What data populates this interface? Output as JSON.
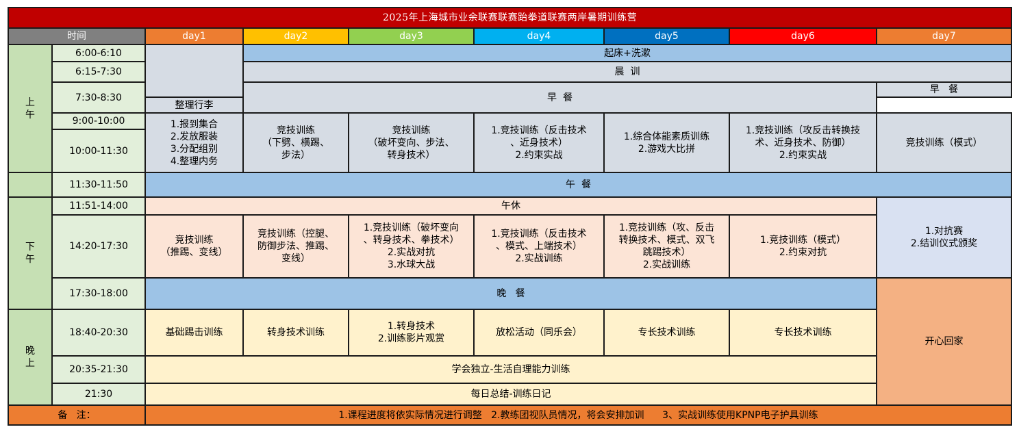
{
  "title": "2025年上海城市业余联赛联赛跆拳道联赛两岸暑期训练营",
  "header": {
    "time_label": "时间",
    "days": [
      "day1",
      "day2",
      "day3",
      "day4",
      "day5",
      "day6",
      "day7"
    ]
  },
  "day_colors": [
    "#ed7d31",
    "#ffc000",
    "#92d050",
    "#00b0f0",
    "#0070c0",
    "#ff0000",
    "#ed7d31"
  ],
  "periods": {
    "morning": "上\n午",
    "afternoon": "下\n午",
    "evening": "晚\n上"
  },
  "times": {
    "t1": "6:00-6:10",
    "t2": "6:15-7:30",
    "t3": "7:30-8:30",
    "t4": "9:00-10:00",
    "t5": "10:00-11:30",
    "t6": "11:30-11:50",
    "t7": "11:51-14:00",
    "t8": "14:20-17:30",
    "t9": "17:30-18:00",
    "t10": "18:40-20:30",
    "t11": "20:35-21:30",
    "t12": "21:30"
  },
  "morning": {
    "wake": "起床+洗漱",
    "training": "晨  训",
    "breakfast": "早  餐",
    "day7_breakfast": "早   餐",
    "day7_pack": "整理行李",
    "day1": "1.报到集合\n2.发放服装\n3.分配组别\n4.整理内务",
    "day2": "竞技训练\n（下劈、横踢、\n步法）",
    "day3": "竞技训练\n（破坏变向、步法、\n转身技术）",
    "day4": "1.竞技训练（反击技术\n、近身技术）\n2.约束实战",
    "day5": "1.综合体能素质训练\n2.游戏大比拼",
    "day6": "1.竞技训练（攻反击转换技\n术、近身技术、防御）\n2.约束实战",
    "day7": "竞技训练（模式）",
    "lunch": "午  餐"
  },
  "afternoon": {
    "nap": "午休",
    "day1": "竞技训练\n（推踢、变线）",
    "day2": "竞技训练（控腿、\n防御步法、推踢、\n变线）",
    "day3": "1.竞技训练（破坏变向\n、转身技术、拳技术）\n2.实战对抗\n3.水球大战",
    "day4": "1.竞技训练（反击技术\n、模式、上端技术）\n2.实战训练",
    "day5": "1.竞技训练（攻、反击\n转换技术、模式、双飞\n跳踢技术）\n2.实战训练",
    "day6": "1.竞技训练（模式）\n2.约束对抗",
    "day7": "1.对抗赛\n2.结训仪式颁奖",
    "dinner": "晚   餐"
  },
  "evening": {
    "day1": "基础踢击训练",
    "day2": "转身技术训练",
    "day3": "1.转身技术\n2.训练影片观赏",
    "day4": "放松活动（同乐会）",
    "day5": "专长技术训练",
    "day6": "专长技术训练",
    "day7": "开心回家",
    "self_care": "学会独立-生活自理能力训练",
    "summary": "每日总结-训练日记"
  },
  "notes": {
    "label": "备   注：",
    "text": "1.课程进度将依实际情况进行调整   2.教练团视队员情况，将会安排加训      3、实战训练使用KPNP电子护具训练"
  }
}
